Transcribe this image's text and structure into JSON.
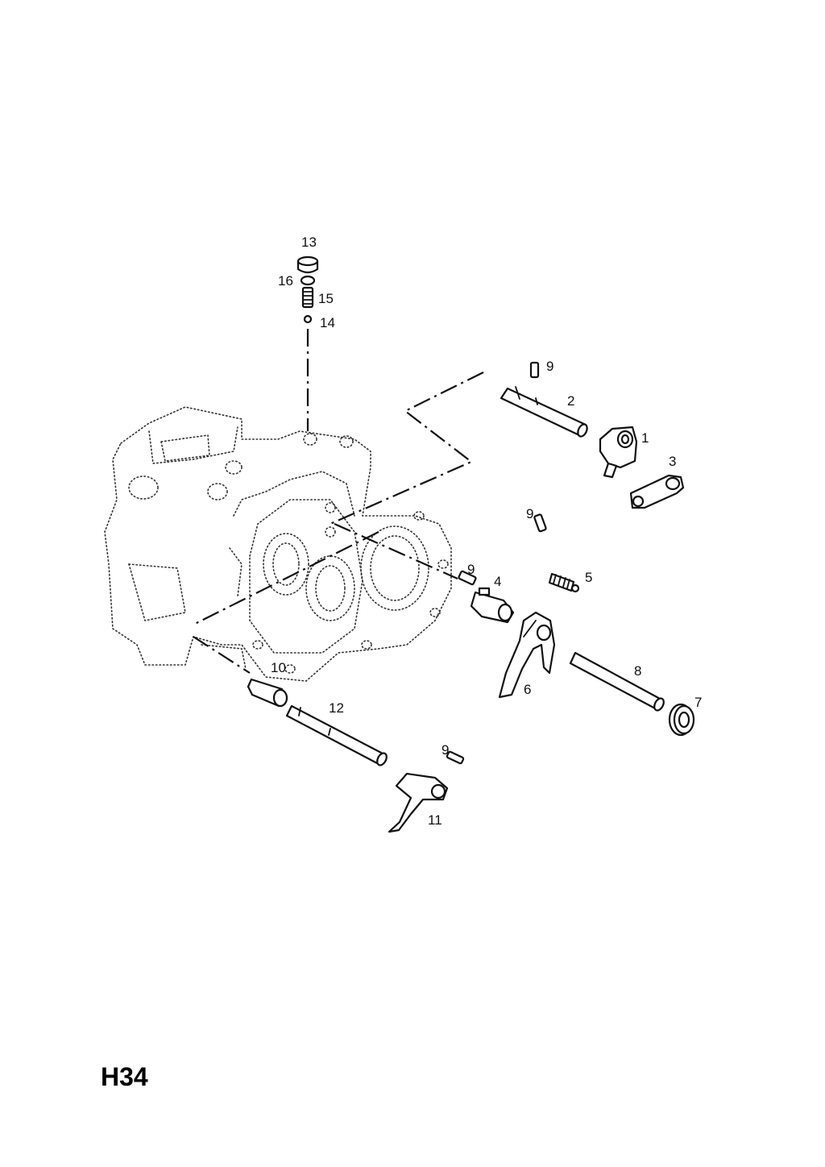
{
  "diagram_code": "H34",
  "callouts": {
    "c1": "1",
    "c2": "2",
    "c3": "3",
    "c4": "4",
    "c5": "5",
    "c6": "6",
    "c7": "7",
    "c8": "8",
    "c9a": "9",
    "c9b": "9",
    "c9c": "9",
    "c9d": "9",
    "c10": "10",
    "c11": "11",
    "c12": "12",
    "c13": "13",
    "c14": "14",
    "c15": "15",
    "c16": "16"
  }
}
